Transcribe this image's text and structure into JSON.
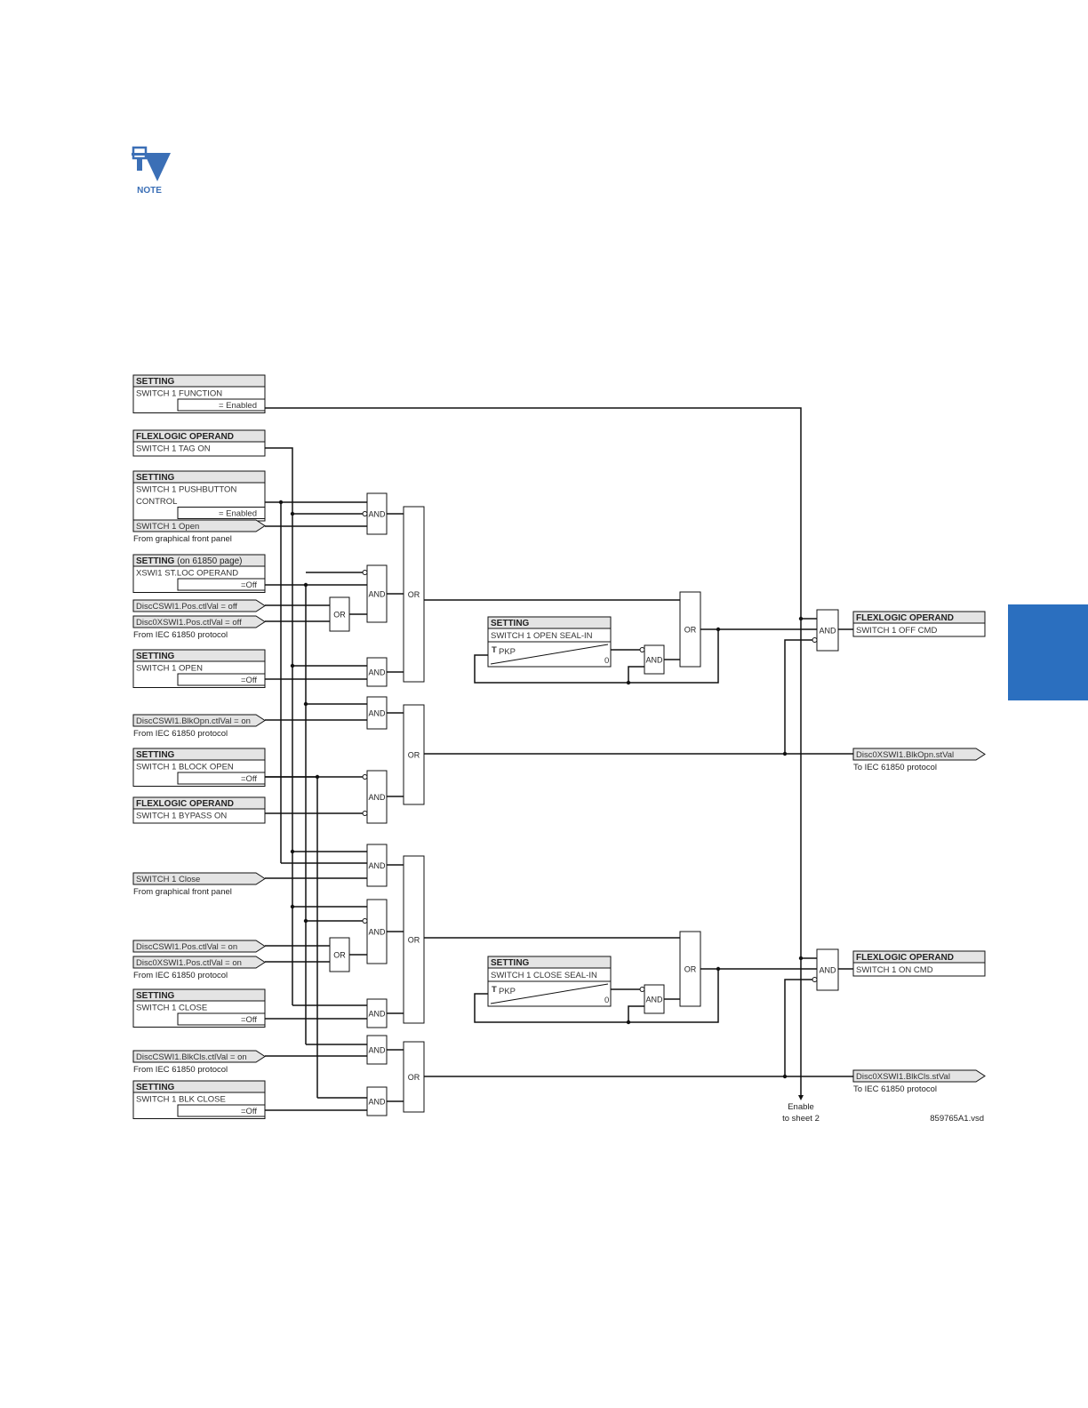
{
  "note": {
    "label": "NOTE"
  },
  "diagram": {
    "file_id": "859765A1.vsd",
    "enable": [
      "Enable",
      "to sheet 2"
    ],
    "inputs": [
      {
        "id": "fn",
        "lines": [
          "SETTING",
          "SWITCH 1 FUNCTION"
        ],
        "value": "= Enabled"
      },
      {
        "id": "tag",
        "lines": [
          "FLEXLOGIC OPERAND",
          "SWITCH 1 TAG ON"
        ]
      },
      {
        "id": "pb",
        "lines": [
          "SETTING",
          "SWITCH 1 PUSHBUTTON",
          "CONTROL"
        ],
        "value": "= Enabled"
      },
      {
        "id": "stloc",
        "lines": [
          "SETTING (on 61850 page)",
          "XSWI1 ST.LOC OPERAND"
        ],
        "value": "=Off"
      },
      {
        "id": "open",
        "lines": [
          "SETTING",
          "SWITCH 1 OPEN"
        ],
        "value": "=Off"
      },
      {
        "id": "blkopen",
        "lines": [
          "SETTING",
          "SWITCH 1 BLOCK OPEN"
        ],
        "value": "=Off"
      },
      {
        "id": "bypass",
        "lines": [
          "FLEXLOGIC OPERAND",
          "SWITCH 1 BYPASS ON"
        ]
      },
      {
        "id": "close",
        "lines": [
          "SETTING",
          "SWITCH 1 CLOSE"
        ],
        "value": "=Off"
      },
      {
        "id": "blkclose",
        "lines": [
          "SETTING",
          "SWITCH 1 BLK CLOSE"
        ],
        "value": "=Off"
      }
    ],
    "signals": [
      {
        "id": "gpopen",
        "text": "SWITCH 1 Open"
      },
      {
        "id": "cswioff",
        "text": "DiscCSWI1.Pos.ctlVal = off"
      },
      {
        "id": "xswioff",
        "text": "Disc0XSWI1.Pos.ctlVal = off"
      },
      {
        "id": "blkopn",
        "text": "DiscCSWI1.BlkOpn.ctlVal = on"
      },
      {
        "id": "gpclose",
        "text": "SWITCH 1 Close"
      },
      {
        "id": "cswion",
        "text": "DiscCSWI1.Pos.ctlVal = on"
      },
      {
        "id": "xswion",
        "text": "Disc0XSWI1.Pos.ctlVal = on"
      },
      {
        "id": "blkcls",
        "text": "DiscCSWI1.BlkCls.ctlVal = on"
      }
    ],
    "source_notes": [
      {
        "id": "gpopen",
        "text": "From graphical front panel"
      },
      {
        "id": "iec1",
        "text": "From IEC 61850 protocol"
      },
      {
        "id": "iec2",
        "text": "From IEC 61850 protocol"
      },
      {
        "id": "gpclose",
        "text": "From graphical front panel"
      },
      {
        "id": "iec3",
        "text": "From IEC 61850 protocol"
      },
      {
        "id": "iec4",
        "text": "From IEC 61850 protocol"
      }
    ],
    "seal_in": [
      {
        "id": "sealopen",
        "lines": [
          "SETTING",
          "SWITCH 1 OPEN SEAL-IN"
        ],
        "timer_t": "T",
        "timer_sub": "PKP",
        "timer_zero": "0"
      },
      {
        "id": "sealclose",
        "lines": [
          "SETTING",
          "SWITCH 1 CLOSE SEAL-IN"
        ],
        "timer_t": "T",
        "timer_sub": "PKP",
        "timer_zero": "0"
      }
    ],
    "outputs": [
      {
        "id": "offcmd",
        "lines": [
          "FLEXLOGIC OPERAND",
          "SWITCH 1 OFF CMD"
        ]
      },
      {
        "id": "blkopnstval",
        "text": "Disc0XSWI1.BlkOpn.stVal",
        "sub": "To IEC 61850 protocol"
      },
      {
        "id": "oncmd",
        "lines": [
          "FLEXLOGIC OPERAND",
          "SWITCH 1 ON CMD"
        ]
      },
      {
        "id": "blkclsstval",
        "text": "Disc0XSWI1.BlkCls.stVal",
        "sub": "To IEC 61850 protocol"
      }
    ],
    "gate_labels": {
      "and": "AND",
      "or": "OR"
    }
  }
}
